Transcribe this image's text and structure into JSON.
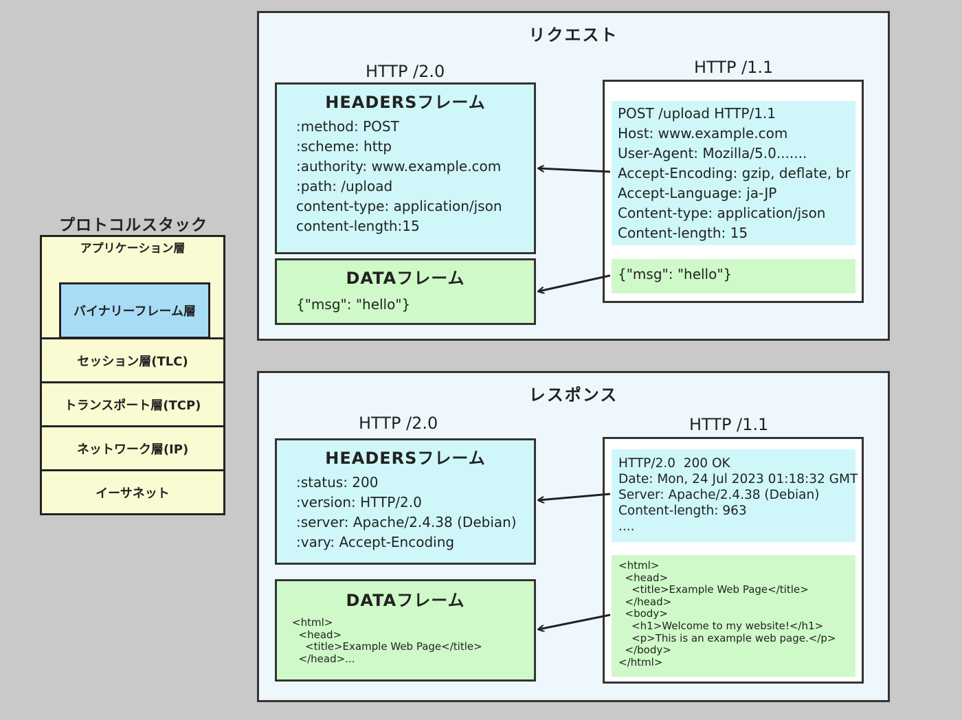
{
  "stack": {
    "title": "プロトコルスタック",
    "layers": {
      "application": "アプリケーション層",
      "binary_frame": "バイナリーフレーム層",
      "session": "セッション層(TLC)",
      "transport": "トランスポート層(TCP)",
      "network": "ネットワーク層(IP)",
      "ethernet": "イーサネット"
    }
  },
  "request": {
    "title": "リクエスト",
    "http2_label": "HTTP /2.0",
    "http11_label": "HTTP /1.1",
    "headers_frame": {
      "title": "HEADERSフレーム",
      "lines": ":method: POST\n:scheme: http\n:authority: www.example.com\n:path: /upload\ncontent-type: application/json\ncontent-length:15"
    },
    "data_frame": {
      "title": "DATAフレーム",
      "body": "{\"msg\": \"hello\"}"
    },
    "http11_headers": "POST /upload HTTP/1.1\nHost: www.example.com\nUser-Agent: Mozilla/5.0.......\nAccept-Encoding: gzip, deflate, br\nAccept-Language: ja-JP\nContent-type: application/json\nContent-length: 15",
    "http11_body": "{\"msg\": \"hello\"}"
  },
  "response": {
    "title": "レスポンス",
    "http2_label": "HTTP /2.0",
    "http11_label": "HTTP /1.1",
    "headers_frame": {
      "title": "HEADERSフレーム",
      "lines": ":status: 200\n:version: HTTP/2.0\n:server: Apache/2.4.38 (Debian)\n:vary: Accept-Encoding"
    },
    "data_frame": {
      "title": "DATAフレーム",
      "body": "<html>\n  <head>\n    <title>Example Web Page</title>\n  </head>..."
    },
    "http11_headers": "HTTP/2.0  200 OK\nDate: Mon, 24 Jul 2023 01:18:32 GMT\nServer: Apache/2.4.38 (Debian)\nContent-length: 963\n....",
    "http11_body": "<html>\n  <head>\n    <title>Example Web Page</title>\n  </head>\n  <body>\n    <h1>Welcome to my website!</h1>\n    <p>This is an example web page.</p>\n  </body>\n</html>"
  },
  "colors": {
    "background": "#c9c9c9",
    "panel": "#eef8fc",
    "headers_frame": "#cff7fa",
    "data_frame": "#cff9c8",
    "stack_layer": "#fbfbd3",
    "binary_layer": "#a8dcf5"
  }
}
